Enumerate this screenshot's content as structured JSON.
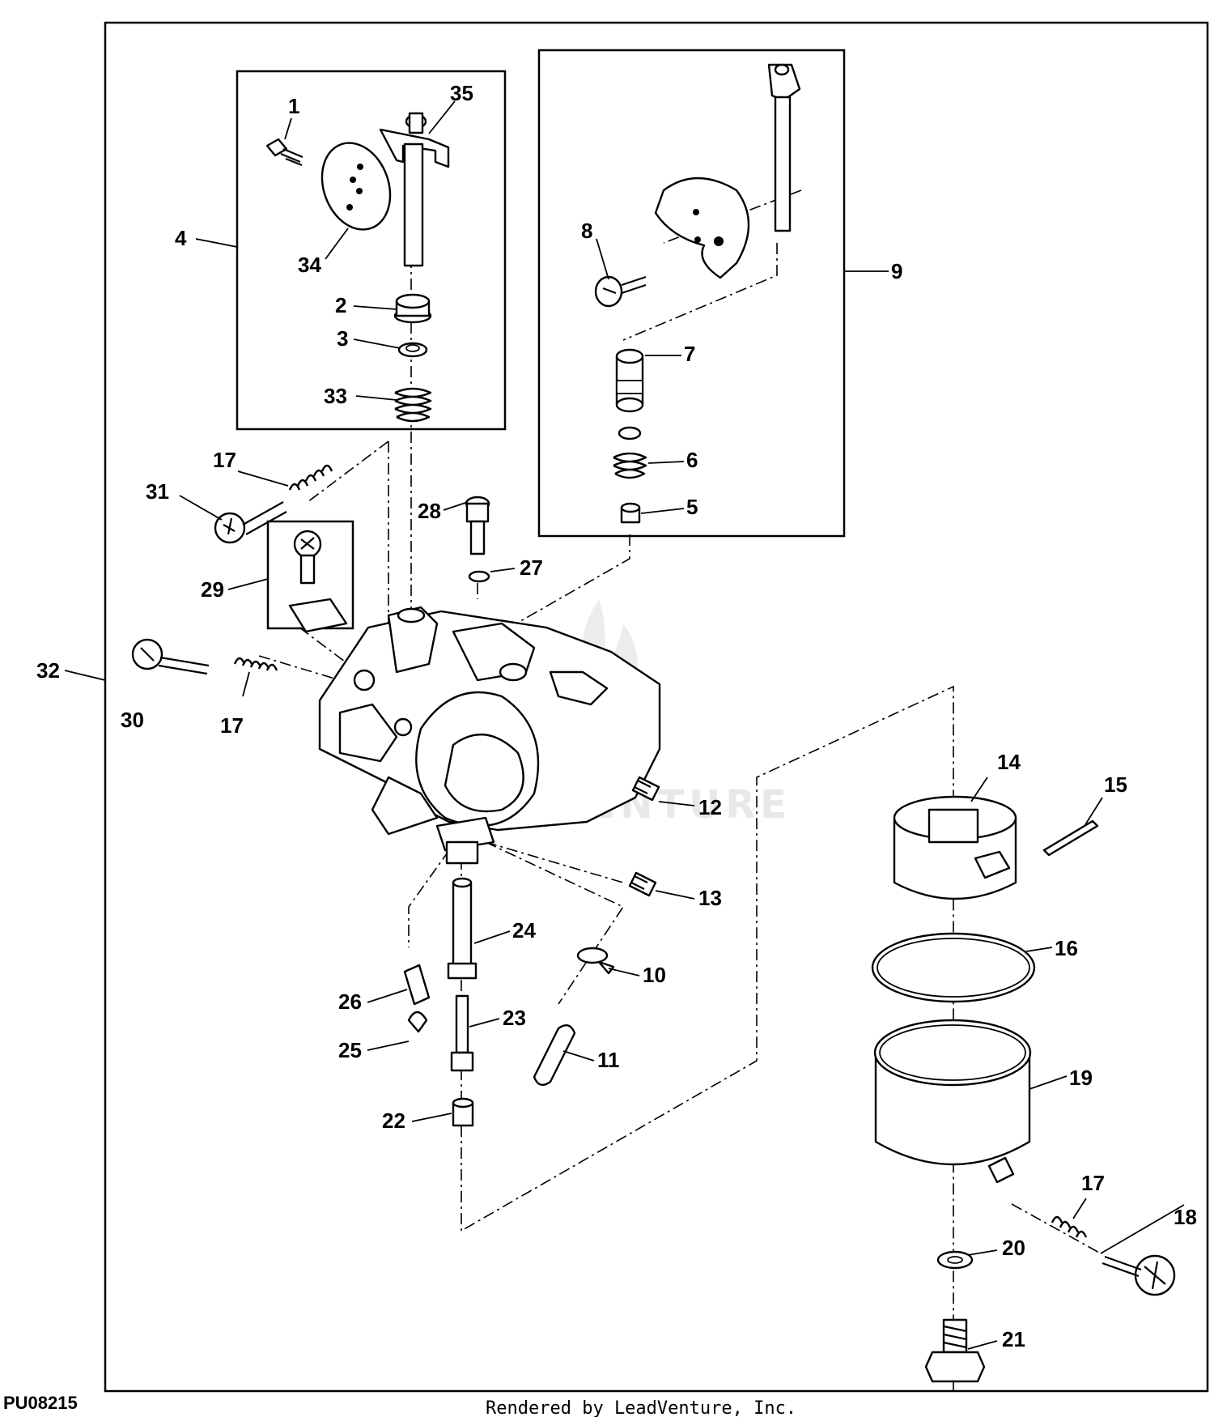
{
  "figure_id": "PU08215",
  "credit": "Rendered by LeadVenture, Inc.",
  "watermark": "LEADVENTURE",
  "callouts": {
    "c1": "1",
    "c2": "2",
    "c3": "3",
    "c4": "4",
    "c5": "5",
    "c6": "6",
    "c7": "7",
    "c8": "8",
    "c9": "9",
    "c10": "10",
    "c11": "11",
    "c12": "12",
    "c13": "13",
    "c14": "14",
    "c15": "15",
    "c16": "16",
    "c17a": "17",
    "c17b": "17",
    "c17c": "17",
    "c18": "18",
    "c19": "19",
    "c20": "20",
    "c21": "21",
    "c22": "22",
    "c23": "23",
    "c24": "24",
    "c25": "25",
    "c26": "26",
    "c27": "27",
    "c28": "28",
    "c29": "29",
    "c30": "30",
    "c31": "31",
    "c32": "32",
    "c33": "33",
    "c34": "34",
    "c35": "35"
  }
}
